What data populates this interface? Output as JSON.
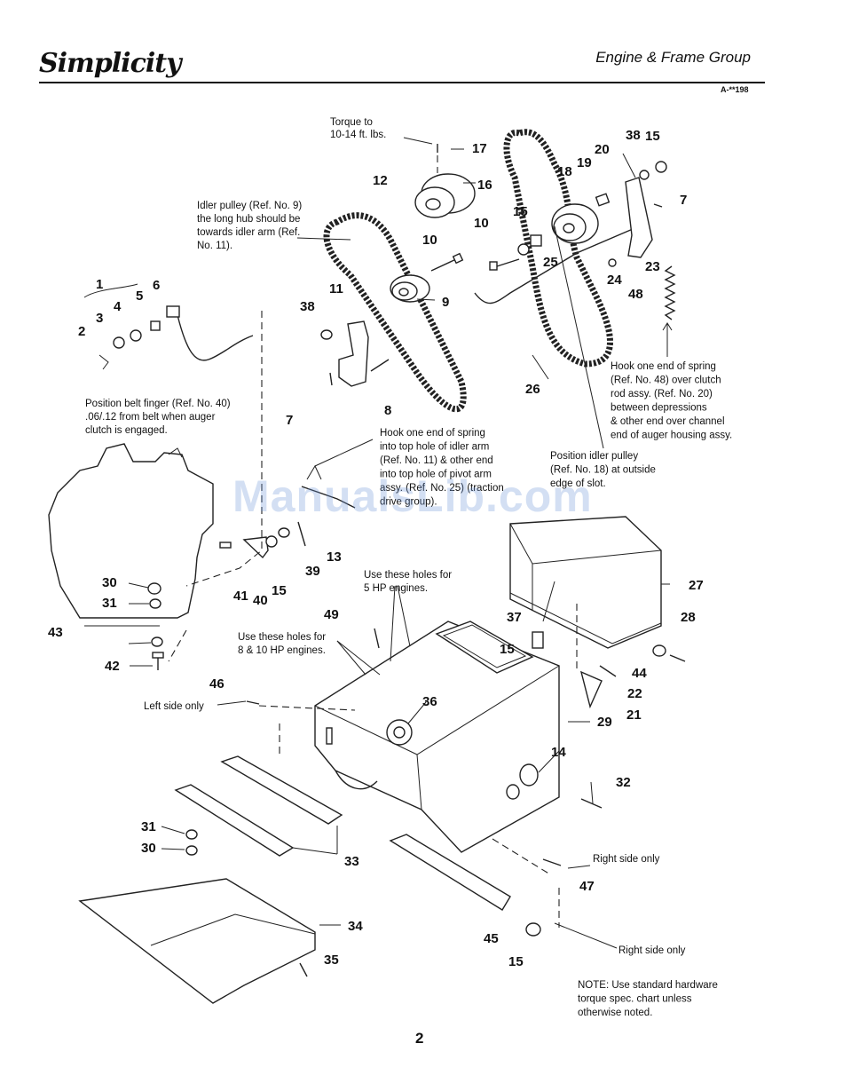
{
  "header": {
    "brand": "Simplicity",
    "section": "Engine & Frame Group",
    "code": "A-**198"
  },
  "watermark": "ManualsLib.com",
  "page_number": "2",
  "notes": {
    "torque": [
      "Torque to",
      "10-14 ft. lbs."
    ],
    "idler_pulley": [
      "Idler pulley (Ref. No. 9)",
      "the long hub should be",
      "towards idler arm (Ref.",
      "No. 11)."
    ],
    "belt_finger": [
      "Position belt finger (Ref. No. 40)",
      ".06/.12 from belt when auger",
      "clutch is engaged."
    ],
    "hook_spring_48": [
      "Hook one end of spring",
      "(Ref. No. 48) over clutch",
      "rod assy. (Ref. No. 20)",
      "between depressions",
      "& other end over channel",
      "end of auger housing assy."
    ],
    "hook_spring_idler": [
      "Hook one end of spring",
      "into top hole of idler arm",
      "(Ref. No. 11) & other end",
      "into top hole of pivot arm",
      "assy. (Ref. No. 25) (traction",
      "drive group)."
    ],
    "position_idler": [
      "Position idler pulley",
      "(Ref. No. 18) at outside",
      "edge of slot."
    ],
    "holes_5hp": [
      "Use these holes for",
      "5 HP engines."
    ],
    "holes_8hp": [
      "Use these holes for",
      "8 & 10 HP engines."
    ],
    "left_side": "Left side only",
    "right_side_1": "Right side only",
    "right_side_2": "Right side only",
    "hardware": [
      "NOTE: Use standard hardware",
      "torque spec. chart unless",
      "otherwise noted."
    ]
  },
  "part_numbers": [
    "1",
    "2",
    "3",
    "4",
    "5",
    "6",
    "7",
    "7",
    "8",
    "9",
    "10",
    "10",
    "11",
    "12",
    "13",
    "14",
    "15",
    "15",
    "15",
    "15",
    "15",
    "16",
    "17",
    "18",
    "19",
    "20",
    "21",
    "22",
    "23",
    "24",
    "25",
    "26",
    "27",
    "28",
    "29",
    "30",
    "30",
    "31",
    "31",
    "32",
    "33",
    "34",
    "35",
    "36",
    "37",
    "38",
    "38",
    "39",
    "40",
    "41",
    "42",
    "43",
    "44",
    "45",
    "46",
    "47",
    "48",
    "49"
  ]
}
